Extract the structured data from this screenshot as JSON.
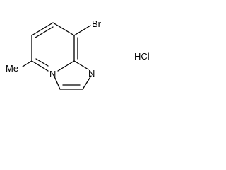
{
  "molecule": {
    "atoms": {
      "br": "Br",
      "methyl": "Me",
      "n_bridge": "N",
      "n_ring": "N"
    },
    "salt": "HCl"
  }
}
